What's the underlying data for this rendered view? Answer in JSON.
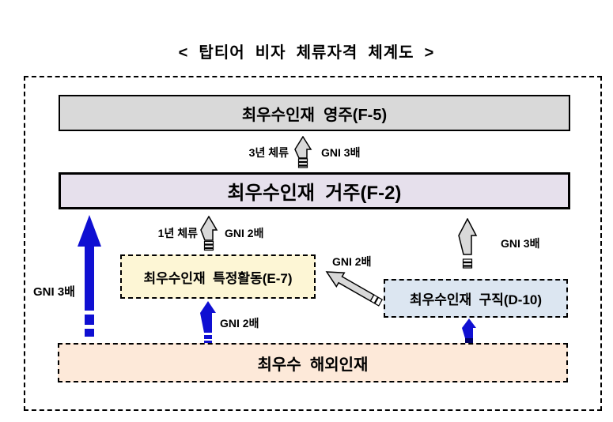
{
  "title": "<  탑티어  비자  체류자격  체계도  >",
  "boxes": {
    "f5": {
      "label": "최우수인재  영주(F-5)"
    },
    "f2": {
      "label": "최우수인재  거주(F-2)"
    },
    "e7": {
      "label": "최우수인재  특정활동(E-7)"
    },
    "d10": {
      "label": "최우수인재  구직(D-10)"
    },
    "base": {
      "label": "최우수  해외인재"
    }
  },
  "arrow_labels": {
    "f2_to_f5_stay": "3년 체류",
    "f2_to_f5_gni": "GNI 3배",
    "e7_to_f2_stay": "1년 체류",
    "e7_to_f2_gni": "GNI 2배",
    "d10_to_f2_gni": "GNI 3배",
    "base_to_f2_gni": "GNI 3배",
    "base_to_e7_gni": "GNI 2배",
    "d10_to_e7_gni": "GNI 2배"
  },
  "colors": {
    "f5_fill": "#d9d9d9",
    "f2_fill": "#e6e0ec",
    "e7_fill": "#fdf6d5",
    "d10_fill": "#dce6f1",
    "base_fill": "#fde9d9",
    "gray_arrow_fill": "#d9d9d9",
    "blue_arrow_fill": "#0f0fd2",
    "dark_blue_tail": "#000066",
    "outline": "#000000"
  }
}
